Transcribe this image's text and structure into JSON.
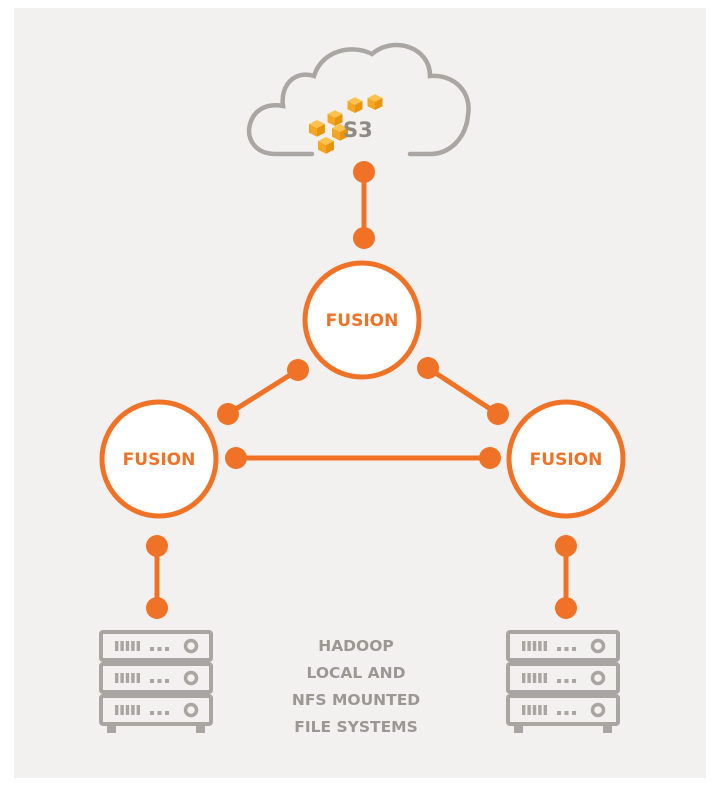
{
  "cloud": {
    "service_label": "S3",
    "icon": "aws-s3-cubes-icon"
  },
  "nodes": {
    "top": {
      "label": "FUSION"
    },
    "left": {
      "label": "FUSION"
    },
    "right": {
      "label": "FUSION"
    }
  },
  "storage": {
    "caption_lines": [
      "HADOOP",
      "LOCAL AND",
      "NFS MOUNTED",
      "FILE SYSTEMS"
    ],
    "icon": "server-rack-icon",
    "rack_units_per_stack": 3
  },
  "colors": {
    "accent": "#f07227",
    "cloud_outline": "#aaa6a2",
    "server_outline": "#a9a5a1",
    "s3_cube": "#f5a623",
    "background": "#f3f1ef"
  }
}
